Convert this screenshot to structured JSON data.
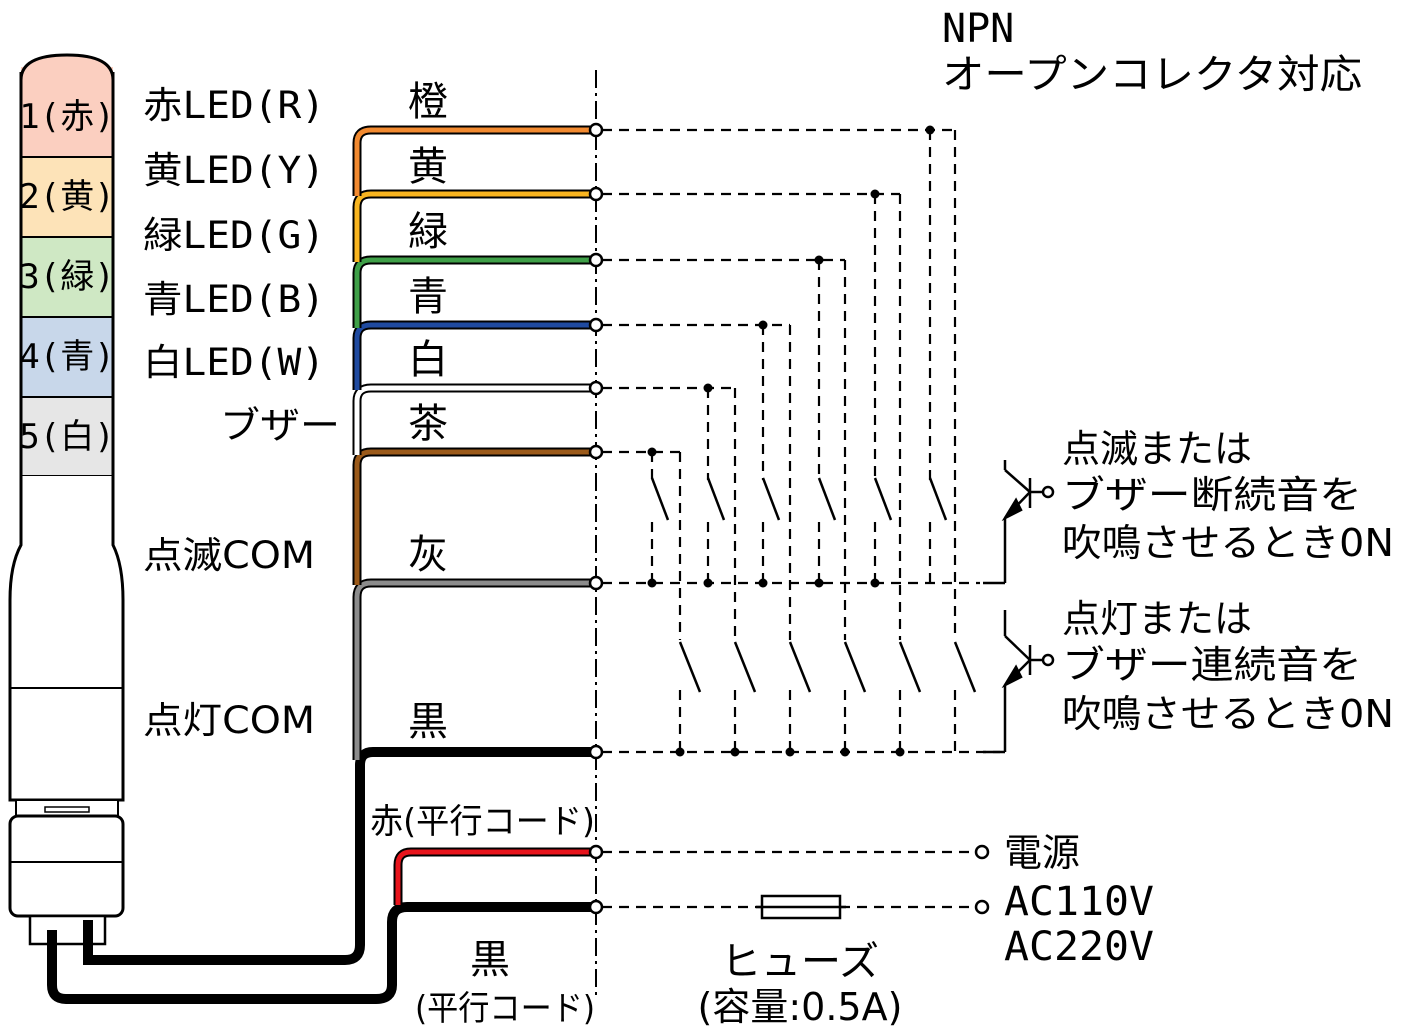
{
  "header": {
    "line1": "NPN",
    "line2": "オープンコレクタ対応"
  },
  "tiers": [
    {
      "label": "1(赤)",
      "color": "#fbcfc0"
    },
    {
      "label": "2(黄)",
      "color": "#fde3b8"
    },
    {
      "label": "3(緑)",
      "color": "#cfe8c4"
    },
    {
      "label": "4(青)",
      "color": "#c8d7ea"
    },
    {
      "label": "5(白)",
      "color": "#e6e6e6"
    }
  ],
  "functions": {
    "red_led": "赤LED(R)",
    "yellow_led": "黄LED(Y)",
    "green_led": "緑LED(G)",
    "blue_led": "青LED(B)",
    "white_led": "白LED(W)",
    "buzzer": "ブザー",
    "flash_com": "点滅COM",
    "light_com": "点灯COM"
  },
  "wires": [
    {
      "name": "橙",
      "color": "#f28a30"
    },
    {
      "name": "黄",
      "color": "#f9b520"
    },
    {
      "name": "緑",
      "color": "#3fa048"
    },
    {
      "name": "青",
      "color": "#1f4aa0"
    },
    {
      "name": "白",
      "color": "#ffffff"
    },
    {
      "name": "茶",
      "color": "#9b5a1a"
    },
    {
      "name": "灰",
      "color": "#8c8c8c"
    },
    {
      "name": "黒",
      "color": "#000000"
    }
  ],
  "power_cords": {
    "red_label": "赤(平行コード)",
    "red_color": "#e8141c",
    "black_name": "黒",
    "black_sub": "(平行コード)"
  },
  "fuse": {
    "name": "ヒューズ",
    "capacity": "(容量:0.5A)"
  },
  "power": {
    "label": "電源",
    "ac110": "AC110V",
    "ac220": "AC220V"
  },
  "notes": {
    "flash": [
      "点滅または",
      "ブザー断続音を",
      "吹鳴させるとき0N"
    ],
    "light": [
      "点灯または",
      "ブザー連続音を",
      "吹鳴させるとき0N"
    ]
  }
}
